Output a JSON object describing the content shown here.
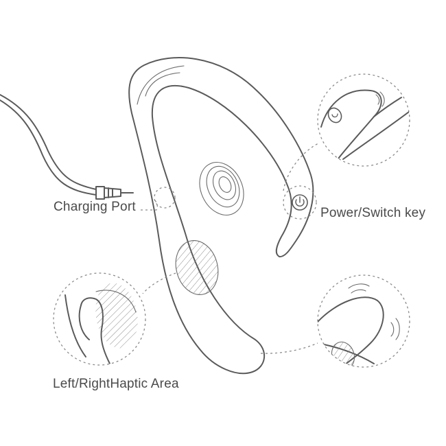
{
  "callouts": {
    "charging_port": "Charging Port",
    "power_switch_key": "Power/Switch key",
    "haptic_area": "Left/RightHaptic Area"
  },
  "colors": {
    "line": "#5a5a5a",
    "dashed_leader": "#8a8a8a",
    "text": "#4a4a4a",
    "background": "#ffffff"
  },
  "icons": [
    "charging-cable-icon",
    "power-button-icon",
    "vibration-waves-icon",
    "finger-press-icon"
  ]
}
